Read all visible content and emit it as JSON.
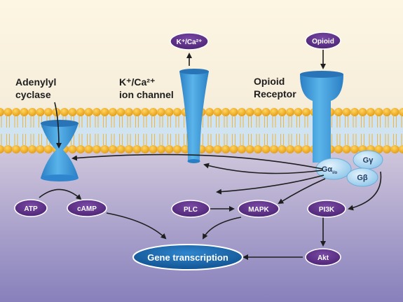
{
  "colors": {
    "background_top": "#fcf4de",
    "background_bottom": "#8a83bd",
    "lipid_head": "#f3ad1f",
    "membrane_band": "#cfe3f0",
    "channel_blue": "#3d98d6",
    "pill_purple": "#5b2d86",
    "arrow": "#1e1e1e"
  },
  "labels": {
    "adenylyl_cyclase": [
      "Adenylyl",
      "cyclase"
    ],
    "ion_channel": [
      "K⁺/Ca²⁺",
      "ion channel"
    ],
    "opioid_receptor": [
      "Opioid",
      "Receptor"
    ]
  },
  "pills": {
    "k_ca": "K⁺/Ca²⁺",
    "opioid": "Opioid",
    "atp": "ATP",
    "camp": "cAMP",
    "plc": "PLC",
    "mapk": "MAPK",
    "pi3k": "PI3K",
    "akt": "Akt",
    "gene_transcription": "Gene transcription"
  },
  "g_proteins": {
    "alpha": "Gα",
    "alpha_sub": "i/o",
    "gamma": "Gγ",
    "beta": "Gβ"
  }
}
